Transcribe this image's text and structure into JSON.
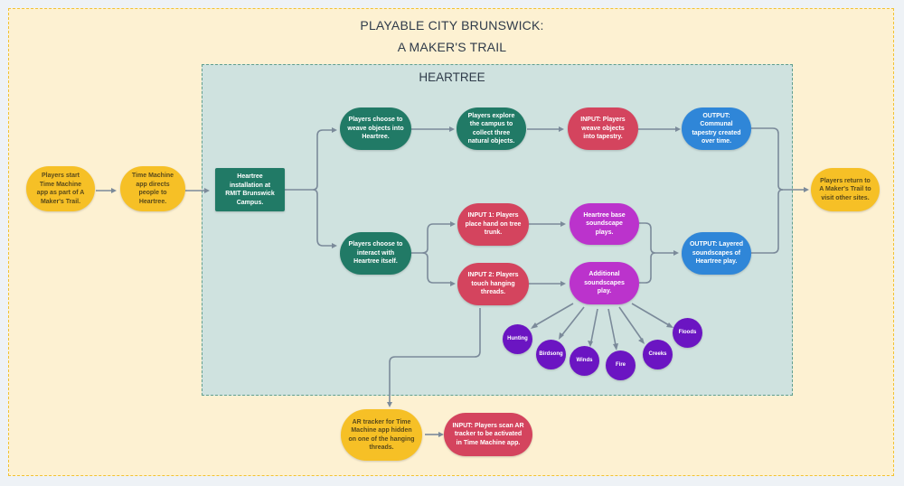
{
  "title": {
    "line1": "PLAYABLE CITY BRUNSWICK:",
    "line2": "A MAKER'S TRAIL"
  },
  "group": {
    "label": "HEARTREE"
  },
  "colors": {
    "background": "#fdf1d2",
    "group_background": "#cfe2df",
    "start_end": "#f6c026",
    "process": "#217a66",
    "input": "#d4445e",
    "output": "#2f86d8",
    "soundscape": "#bb33cc",
    "sound_element": "#6b15c2",
    "connector": "#7b8a9a"
  },
  "nodes": {
    "start": "Players start Time Machine app as part of A Maker's Trail.",
    "directs": "Time Machine app directs people to Heartree.",
    "installation": "Heartree installation at RMIT Brunswick Campus.",
    "choose_weave": "Players choose to weave objects into Heartree.",
    "explore": "Players explore the campus to collect three natural objects.",
    "input_weave": "INPUT: Players weave objects into tapestry.",
    "output_tapestry": "OUTPUT: Communal tapestry created over time.",
    "return": "Players return to A Maker's Trail to visit other sites.",
    "choose_interact": "Players choose to interact with Heartree itself.",
    "input1": "INPUT 1: Players place hand on tree trunk.",
    "input2": "INPUT 2: Players touch hanging threads.",
    "base_soundscape": "Heartree base soundscape plays.",
    "additional_soundscapes": "Additional soundscapes play.",
    "output_layered": "OUTPUT: Layered soundscapes of Heartree play.",
    "ar_tracker": "AR tracker for Time Machine app hidden on one of the hanging threads.",
    "input_scan": "INPUT: Players scan AR tracker to be activated in Time Machine app."
  },
  "sounds": [
    "Hunting",
    "Birdsong",
    "Winds",
    "Fire",
    "Creeks",
    "Floods"
  ]
}
